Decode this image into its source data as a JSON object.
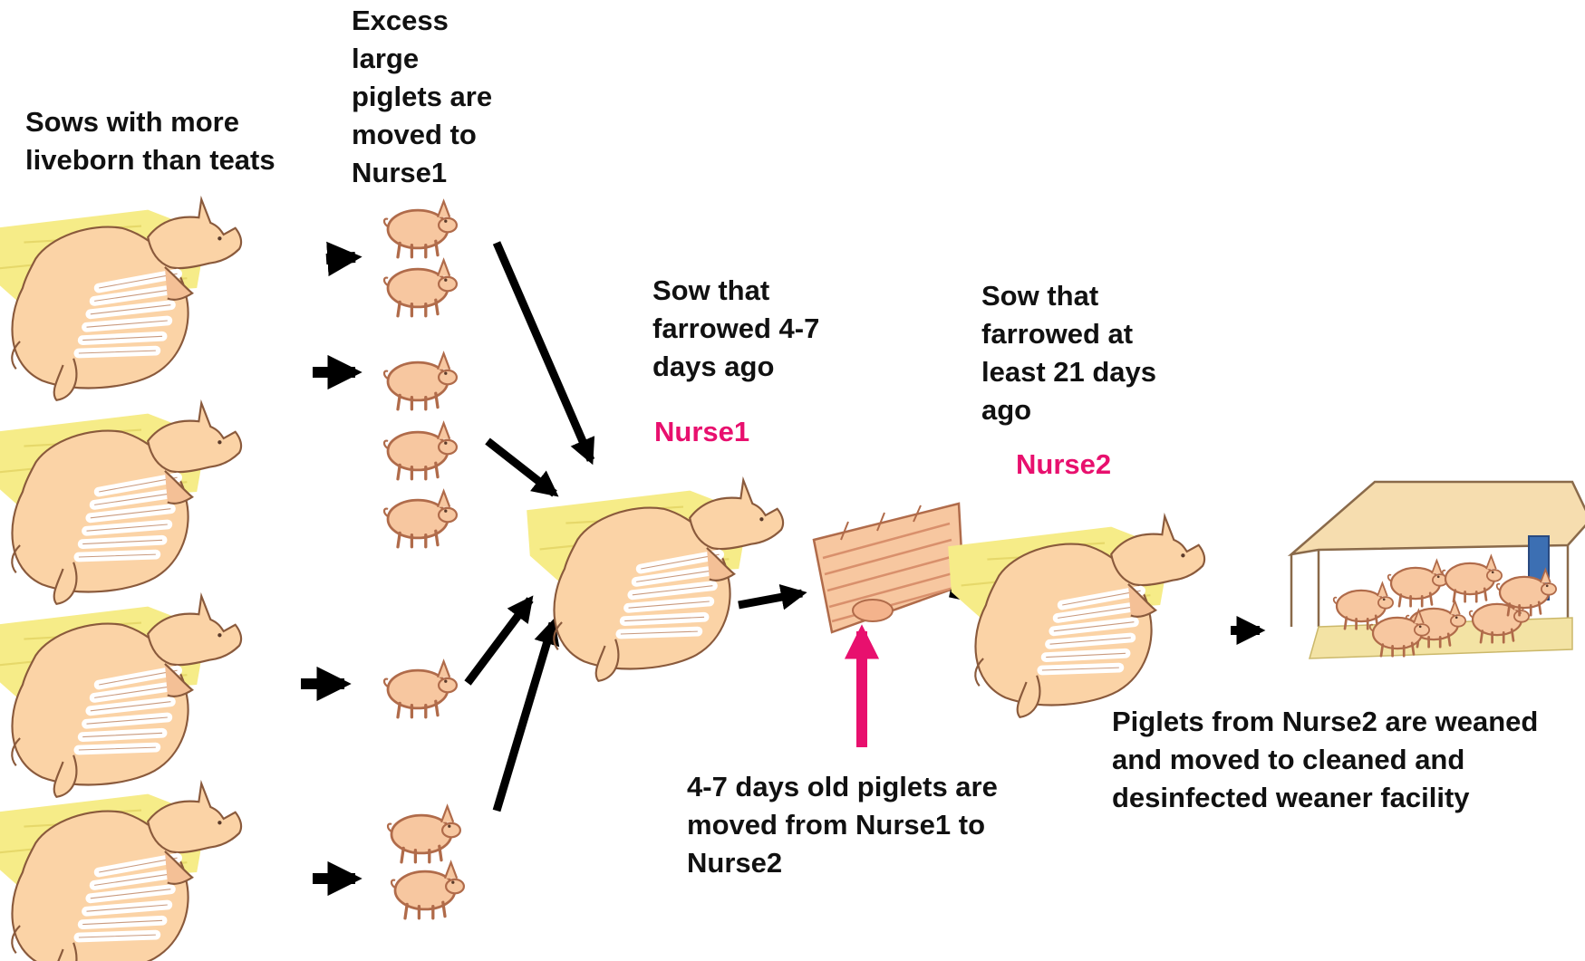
{
  "labels": {
    "source_sows": "Sows with more\nliveborn than teats",
    "excess_piglets": "Excess\nlarge\npiglets are\nmoved to\nNurse1",
    "nurse1_description": "Sow that\nfarrowed 4-7\ndays ago",
    "nurse1_name": "Nurse1",
    "nurse2_description": "Sow that\nfarrowed at\nleast 21 days\nago",
    "nurse2_name": "Nurse2",
    "transfer_note": "4-7 days old piglets are\nmoved from Nurse1 to\nNurse2",
    "weaning_note": "Piglets from Nurse2 are weaned\nand moved to cleaned and\ndesinfected weaner facility"
  },
  "colors": {
    "text": "#111111",
    "highlight": "#e8106e",
    "arrow": "#000000",
    "sow_body": "#fbd3a6",
    "sow_outline": "#8a5a3c",
    "piglet_body": "#f7c7a0",
    "straw": "#f6ec88"
  },
  "icons": [
    "sow-icon",
    "piglet-icon",
    "piglet-litter-icon",
    "weaner-pen-icon",
    "arrow-icon"
  ]
}
